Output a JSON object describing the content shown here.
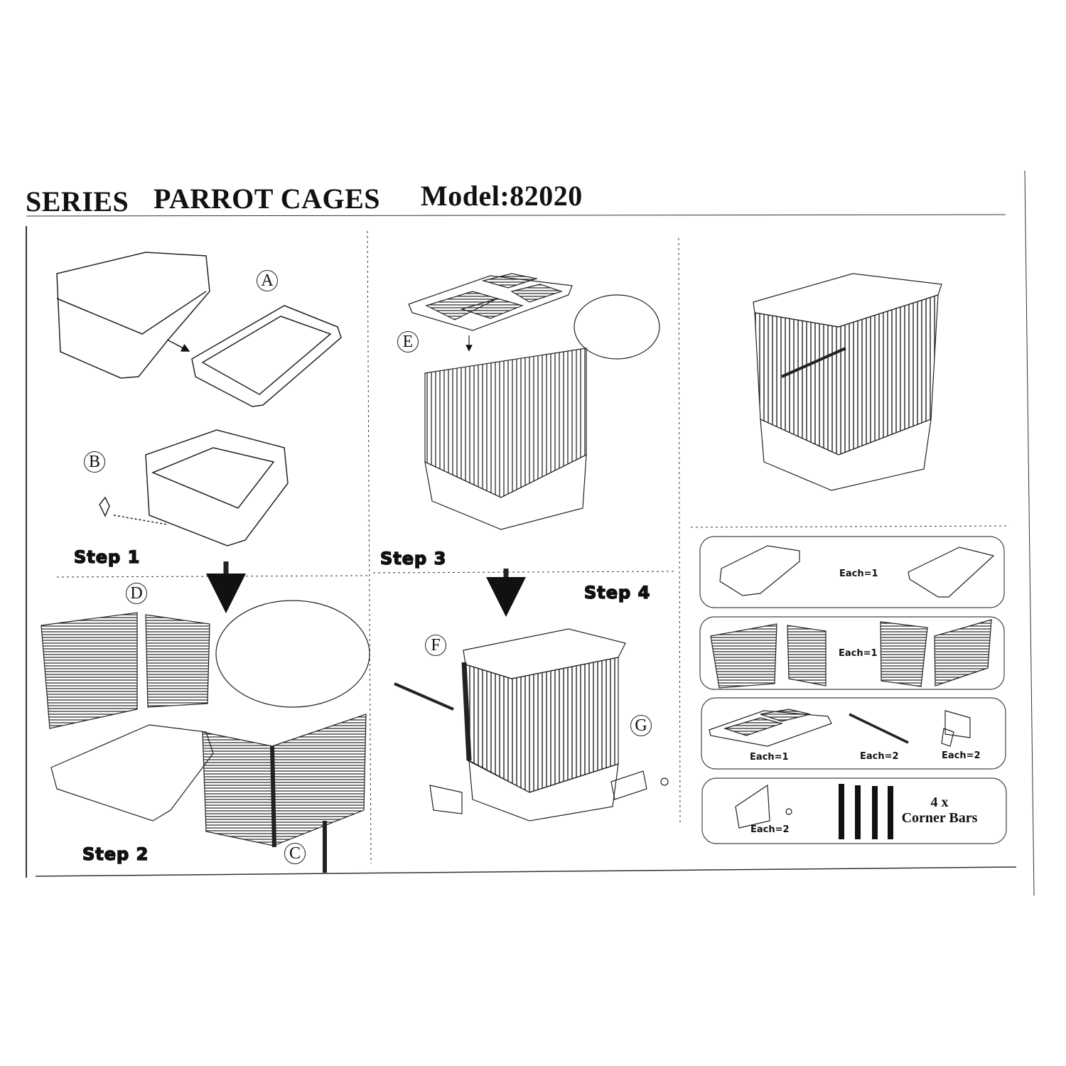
{
  "header": {
    "series": "SERIES",
    "product": "PARROT CAGES",
    "model": "Model:82020"
  },
  "labels": {
    "a": "A",
    "b": "B",
    "c": "C",
    "d": "D",
    "e": "E",
    "f": "F",
    "g": "G"
  },
  "steps": {
    "step1": "Step 1",
    "step2": "Step 2",
    "step3": "Step 3",
    "step4": "Step 4"
  },
  "parts": {
    "row1_qty": "Each=1",
    "row2_qty": "Each=1",
    "row3_roof_qty": "Each=1",
    "row3_perch_qty": "Each=2",
    "row3_cup_qty": "Each=2",
    "row4_door_qty": "Each=2",
    "corner_count": "4 x",
    "corner_label": "Corner Bars"
  }
}
